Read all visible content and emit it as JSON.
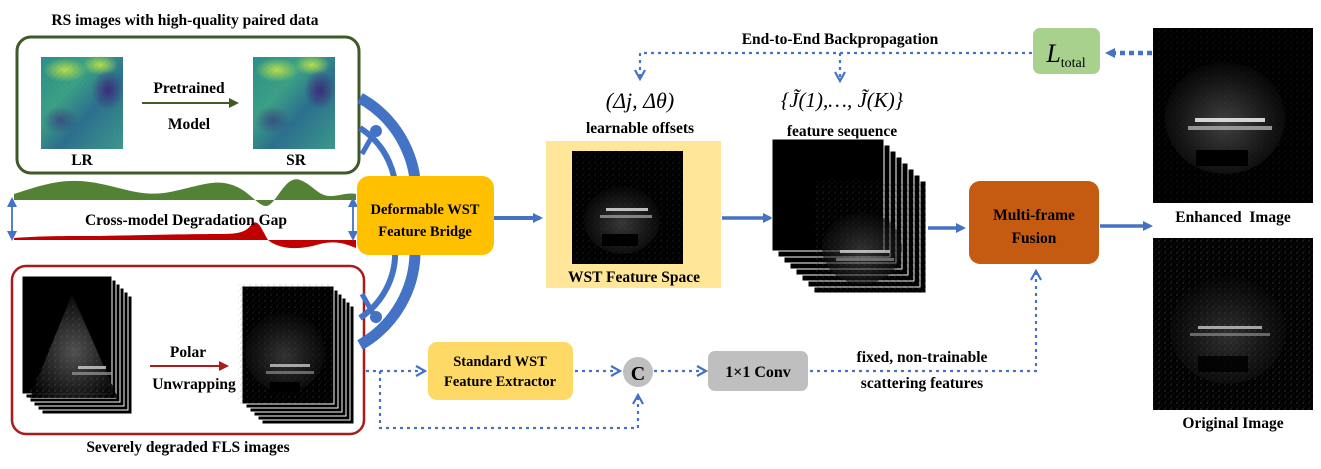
{
  "rs_panel": {
    "title": "RS images with high-quality paired data",
    "lr_label": "LR",
    "sr_label": "SR",
    "model_line1": "Pretrained",
    "model_line2": "Model"
  },
  "gap": {
    "label": "Cross-model Degradation Gap"
  },
  "fls_panel": {
    "title": "Severely degraded FLS images",
    "polar_line1": "Polar",
    "polar_line2": "Unwrapping"
  },
  "bridge": {
    "line1": "Deformable WST",
    "line2": "Feature Bridge"
  },
  "wst_space": {
    "offsets_formula": "(Δj, Δθ)",
    "offsets_label": "learnable offsets",
    "label": "WST Feature Space"
  },
  "sequence": {
    "formula": "{J̃(1),…, J̃(K)}",
    "label": "feature sequence"
  },
  "backprop": {
    "label": "End-to-End Backpropagation"
  },
  "loss": {
    "main": "L",
    "sub": "total"
  },
  "fusion": {
    "line1": "Multi-frame",
    "line2": "Fusion"
  },
  "extractor": {
    "line1": "Standard WST",
    "line2": "Feature Extractor"
  },
  "concat": {
    "label": "C"
  },
  "conv": {
    "label": "1×1 Conv"
  },
  "fixed": {
    "line1": "fixed, non-trainable",
    "line2": "scattering features"
  },
  "outputs": {
    "enhanced": "Enhanced  Image",
    "original": "Original Image"
  },
  "colors": {
    "blue": "#4472c4",
    "green_border": "#3f5a28",
    "red_border": "#a81c1c",
    "gold": "#ffc000",
    "light_gold": "#ffe699",
    "fusion": "#c55a11",
    "loss": "#a9d18e",
    "conv": "#bfbfbf",
    "wave_green": "#548235",
    "wave_red": "#c00000"
  }
}
